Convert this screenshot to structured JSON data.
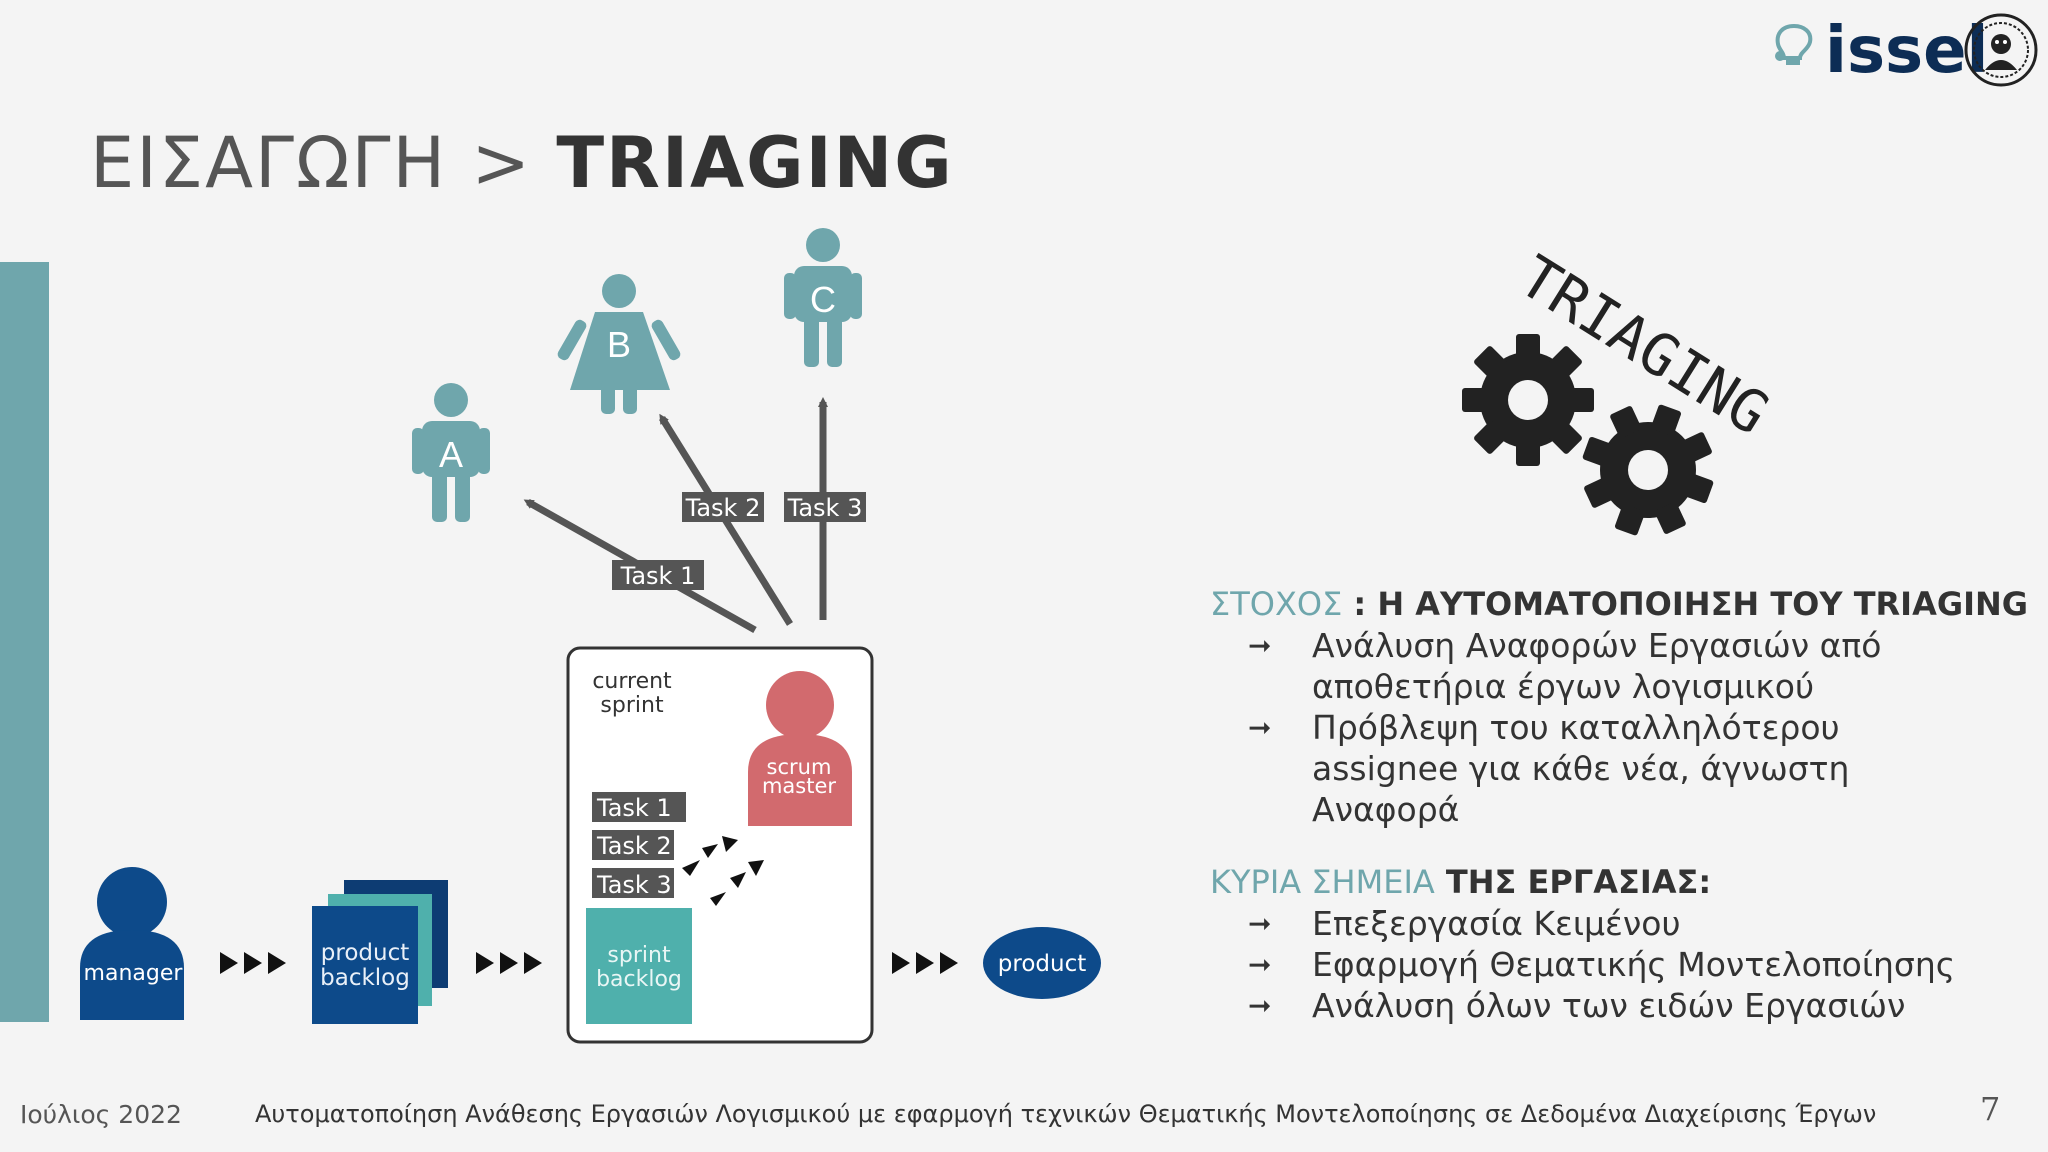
{
  "header": {
    "section": "ΕΙΣΑΓΩΓΗ",
    "separator": ">",
    "title": "TRIAGING"
  },
  "logo": {
    "text": "issel"
  },
  "diagram": {
    "people": [
      "A",
      "B",
      "C"
    ],
    "tasks_arrows": [
      "Task 1",
      "Task 2",
      "Task 3"
    ],
    "current_sprint": "current sprint",
    "scrum_master": "scrum master",
    "sprint_tasks": [
      "Task 1",
      "Task 2",
      "Task 3"
    ],
    "sprint_backlog": "sprint backlog",
    "manager": "manager",
    "product_backlog": "product backlog",
    "product": "product",
    "gear_label": "TRIAGING"
  },
  "goal": {
    "label": "ΣΤΟΧΟΣ",
    "colon_text": " : Η ΑΥΤΟΜΑΤΟΠΟΙΗΣΗ ΤΟΥ TRIAGING",
    "items": [
      "Ανάλυση Αναφορών Εργασιών από αποθετήρια έργων λογισμικού",
      "Πρόβλεψη του καταλληλότερου assignee για κάθε νέα, άγνωστη Αναφορά"
    ]
  },
  "points": {
    "label": "ΚΥΡΙΑ ΣΗΜΕΙΑ",
    "rest": " ΤΗΣ ΕΡΓΑΣΙΑΣ:",
    "items": [
      "Επεξεργασία Κειμένου",
      "Εφαρμογή Θεματικής Μοντελοποίησης",
      "Ανάλυση όλων των ειδών Εργασιών"
    ]
  },
  "footer": {
    "date": "Ιούλιος 2022",
    "thesis_title": "Αυτοματοποίηση Ανάθεσης Εργασιών Λογισμικού με εφαρμογή τεχνικών Θεματικής Μοντελοποίησης σε Δεδομένα Διαχείρισης Έργων",
    "page": "7"
  },
  "colors": {
    "teal": "#6fa6ac",
    "navy": "#0d4a8a",
    "scrum_red": "#d26a6e",
    "sprint_teal": "#4fb0ac"
  }
}
